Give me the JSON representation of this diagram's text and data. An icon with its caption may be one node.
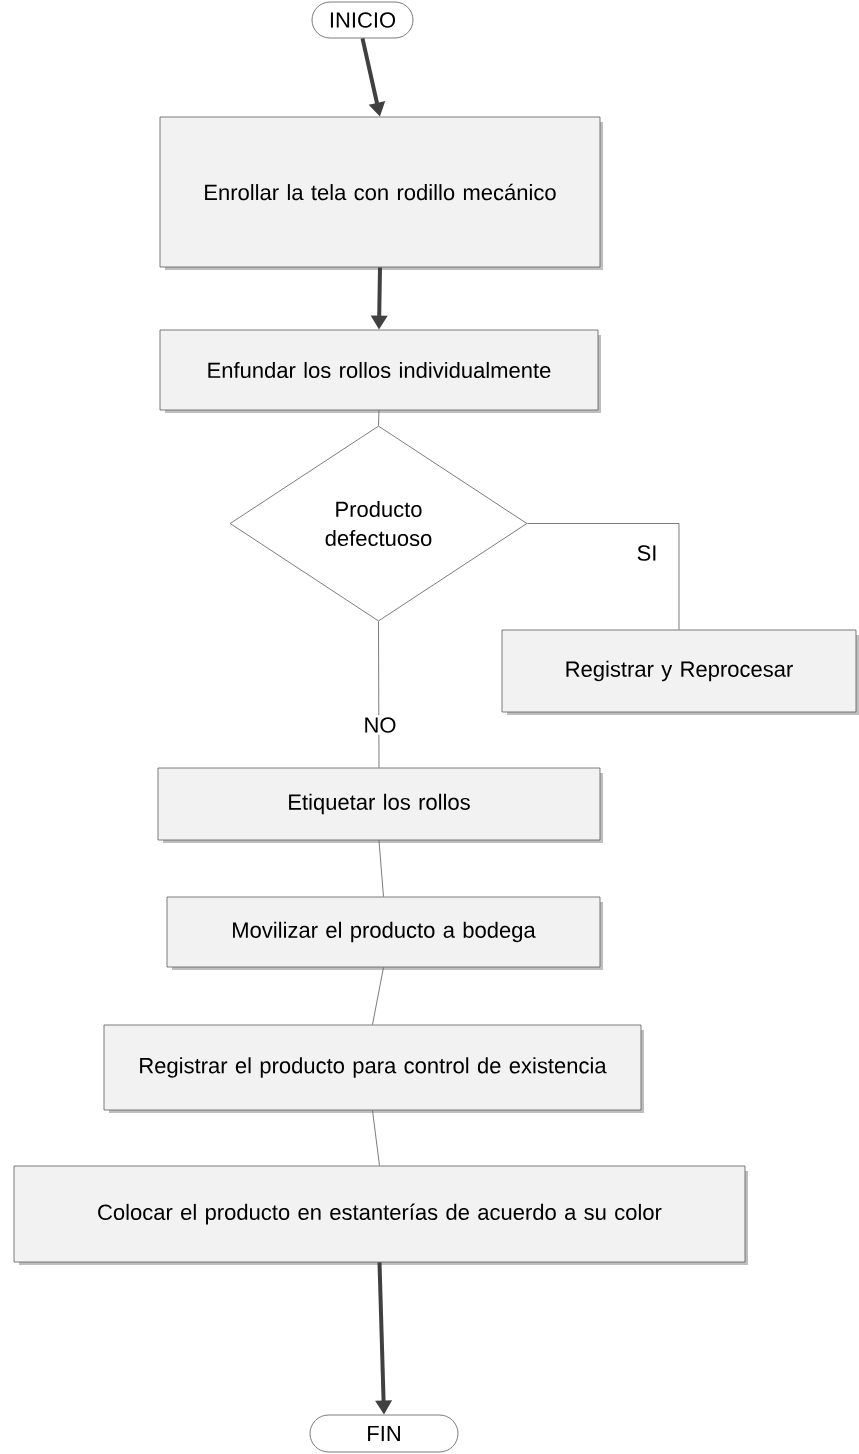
{
  "diagram": {
    "nodes": [
      {
        "text": [
          "INICIO"
        ]
      },
      {
        "text": [
          "Enrollar la tela con rodillo mecánico"
        ]
      },
      {
        "text": [
          "Enfundar los rollos individualmente"
        ]
      },
      {
        "text": [
          "Producto defectuoso"
        ]
      },
      {
        "text": [
          "Registrar y Reprocesar"
        ]
      },
      {
        "text": [
          "Etiquetar los rollos"
        ]
      },
      {
        "text": [
          "Movilizar el producto a bodega"
        ]
      },
      {
        "text": [
          "Registrar el producto para control de existencia"
        ]
      },
      {
        "text": [
          "Colocar el producto en estanterías de acuerdo a su color"
        ]
      },
      {
        "text": [
          "FIN"
        ]
      }
    ],
    "edges": [
      {
        "from": 0,
        "to": 1,
        "arrow": "to",
        "style": "thick"
      },
      {
        "from": 1,
        "to": 2,
        "arrow": "to",
        "style": "thick"
      },
      {
        "from": 2,
        "to": 3,
        "arrow": "none"
      },
      {
        "from": 3,
        "to": 4,
        "arrow": "none",
        "label": "SI"
      },
      {
        "from": 3,
        "to": 5,
        "arrow": "none",
        "label": "NO"
      },
      {
        "from": 5,
        "to": 6,
        "arrow": "none"
      },
      {
        "from": 6,
        "to": 7,
        "arrow": "none"
      },
      {
        "from": 7,
        "to": 8,
        "arrow": "none"
      },
      {
        "from": 8,
        "to": 9,
        "arrow": "to",
        "style": "thick"
      }
    ]
  }
}
